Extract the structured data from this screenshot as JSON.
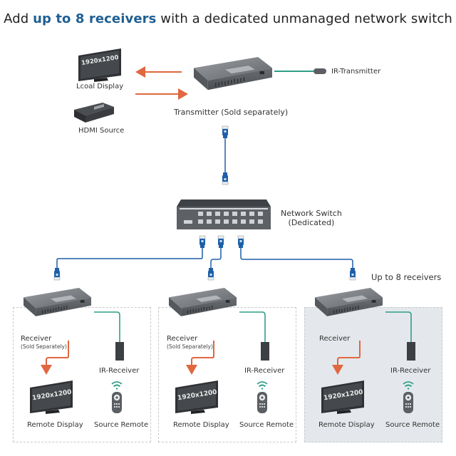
{
  "title": {
    "prefix": "Add ",
    "highlight": "up to 8 receivers",
    "suffix": " with a dedicated unmanaged network switch"
  },
  "colors": {
    "highlight": "#1f5f93",
    "hdmi_line": "#e0673f",
    "ir_line": "#2e9e86",
    "ethernet": "#1d5fa8",
    "device_gray": "#6e7176",
    "panel_shade": "#e4e8ec"
  },
  "top": {
    "local_display": {
      "screen_text": "1920x1200",
      "label": "Lcoal Display"
    },
    "hdmi_source": {
      "label": "HDMI Source"
    },
    "transmitter": {
      "label": "Transmitter (Sold separately)"
    },
    "ir_transmitter": {
      "label": "IR-Transmitter"
    }
  },
  "switch": {
    "label_line1": "Network Switch",
    "label_line2": "(Dedicated)"
  },
  "receivers_note": "Up to 8 receivers",
  "receivers": [
    {
      "label": "Receiver",
      "sublabel": "(Sold Separately)",
      "ir_label": "IR-Receiver",
      "display_text": "1920x1200",
      "display_label": "Remote Display",
      "remote_label": "Source Remote"
    },
    {
      "label": "Receiver",
      "sublabel": "(Sold Separately)",
      "ir_label": "IR-Receiver",
      "display_text": "1920x1200",
      "display_label": "Remote Display",
      "remote_label": "Source Remote"
    },
    {
      "label": "Receiver",
      "sublabel": "",
      "ir_label": "IR-Receiver",
      "display_text": "1920x1200",
      "display_label": "Remote Display",
      "remote_label": "Source Remote"
    }
  ]
}
